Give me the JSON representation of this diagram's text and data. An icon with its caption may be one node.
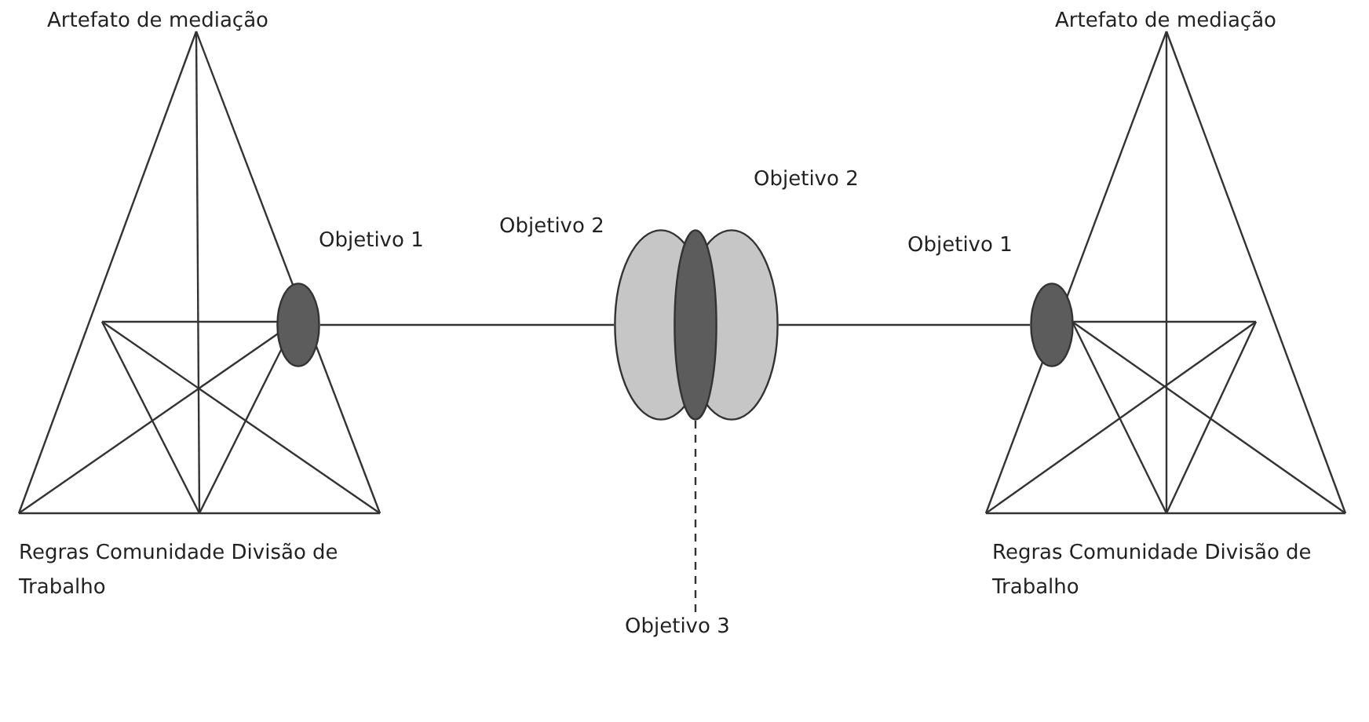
{
  "diagram": {
    "nodes": [
      {
        "text": [],
        "shape": "ellipse",
        "beside": [
          "Objetivo 1"
        ]
      },
      {
        "text": [],
        "shape": "ellipse",
        "beside": [
          "Objetivo 2"
        ]
      },
      {
        "text": [],
        "shape": "ellipse"
      },
      {
        "text": [],
        "shape": "ellipse",
        "beside": [
          "Objetivo 2"
        ]
      },
      {
        "text": [],
        "shape": "ellipse",
        "beside": [
          "Objetivo 1"
        ]
      },
      {
        "text": [
          "Objetivo 3"
        ]
      }
    ],
    "edges": [
      {
        "from": 0,
        "to": 1,
        "arrow": "none"
      },
      {
        "from": 3,
        "to": 4,
        "arrow": "none"
      },
      {
        "from": 2,
        "to": 5,
        "arrow": "none",
        "style": "dashed"
      }
    ],
    "labels": [
      "Artefato de mediação",
      "Artefato de mediação",
      "Regras Comunidade Divisão de Trabalho",
      "Regras Comunidade Divisão de Trabalho"
    ]
  }
}
